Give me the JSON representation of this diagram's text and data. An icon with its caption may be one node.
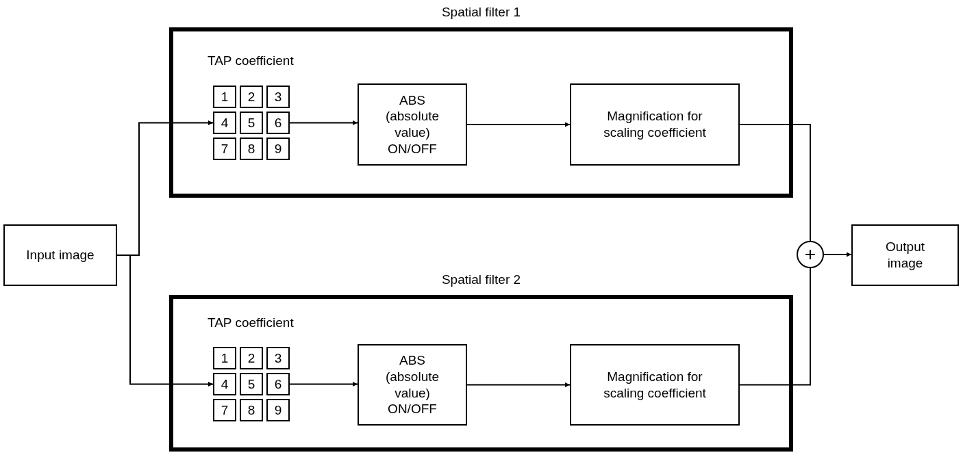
{
  "diagram": {
    "nodes": [
      {
        "text": [
          "Spatial filter 1"
        ]
      },
      {
        "text": [
          "1"
        ],
        "in": 0
      },
      {
        "text": [
          "2"
        ],
        "in": 0
      },
      {
        "text": [
          "3"
        ],
        "in": 0
      },
      {
        "text": [
          "4"
        ],
        "in": 0
      },
      {
        "text": [
          "5"
        ],
        "in": 0
      },
      {
        "text": [
          "6"
        ],
        "in": 0
      },
      {
        "text": [
          "7"
        ],
        "in": 0
      },
      {
        "text": [
          "8"
        ],
        "in": 0
      },
      {
        "text": [
          "9"
        ],
        "in": 0
      },
      {
        "text": [
          "ABS (absolute value) ON/OFF"
        ],
        "in": 0
      },
      {
        "text": [
          "Magnification for scaling coefficient"
        ],
        "in": 0
      },
      {
        "text": [
          "Input image"
        ]
      },
      {
        "text": [
          "+"
        ]
      },
      {
        "text": [
          "Output image"
        ]
      },
      {
        "text": [
          "Spatial filter 2"
        ]
      },
      {
        "text": [
          "1"
        ],
        "in": 15
      },
      {
        "text": [
          "2"
        ],
        "in": 15
      },
      {
        "text": [
          "3"
        ],
        "in": 15
      },
      {
        "text": [
          "4"
        ],
        "in": 15
      },
      {
        "text": [
          "5"
        ],
        "in": 15
      },
      {
        "text": [
          "6"
        ],
        "in": 15
      },
      {
        "text": [
          "7"
        ],
        "in": 15
      },
      {
        "text": [
          "8"
        ],
        "in": 15
      },
      {
        "text": [
          "9"
        ],
        "in": 15
      },
      {
        "text": [
          "ABS (absolute value) ON/OFF"
        ],
        "in": 15
      },
      {
        "text": [
          "Magnification for scaling coefficient"
        ],
        "in": 15
      }
    ],
    "edges": [
      {
        "from": 12,
        "to": 4,
        "arrow": "to"
      },
      {
        "from": 12,
        "to": 19,
        "arrow": "to"
      },
      {
        "from": 6,
        "to": 10,
        "arrow": "to"
      },
      {
        "from": 10,
        "to": 11,
        "arrow": "to"
      },
      {
        "from": 11,
        "to": 13,
        "arrow": "none"
      },
      {
        "from": 21,
        "to": 25,
        "arrow": "to"
      },
      {
        "from": 25,
        "to": 26,
        "arrow": "to"
      },
      {
        "from": 26,
        "to": 13,
        "arrow": "none"
      },
      {
        "from": 13,
        "to": 14,
        "arrow": "to"
      }
    ],
    "labels": [
      "TAP coefficient",
      "TAP coefficient"
    ]
  }
}
